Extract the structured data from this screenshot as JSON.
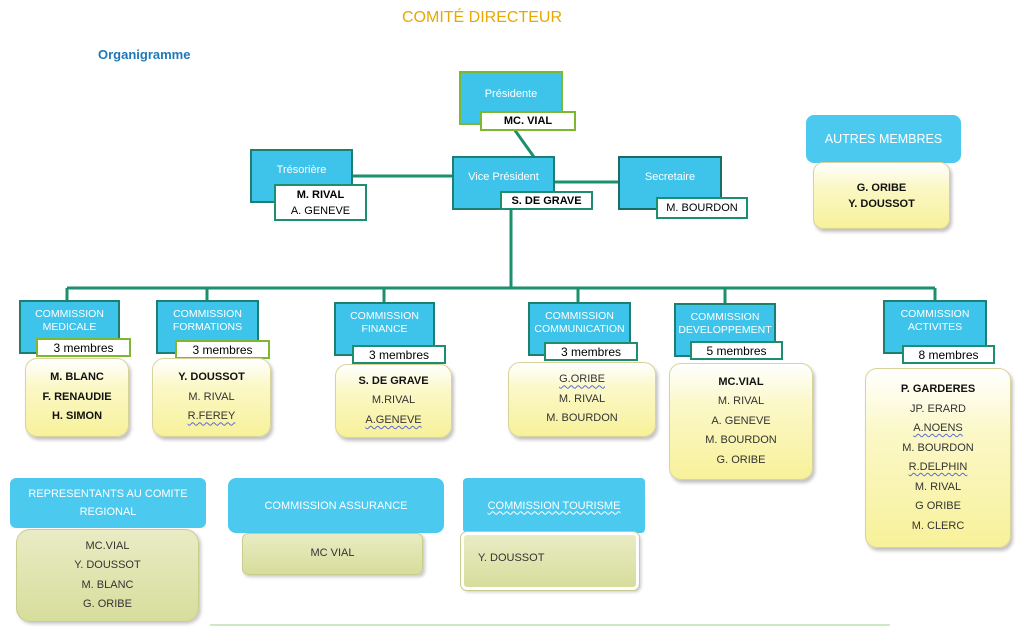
{
  "title": "COMITÉ DIRECTEUR",
  "subtitle": "Organigramme",
  "presidente": {
    "role": "Présidente",
    "name": "MC. VIAL"
  },
  "vice_president": {
    "role": "Vice Président",
    "name": "S. DE GRAVE"
  },
  "tresoriere": {
    "role": "Trésorière",
    "names": [
      "M. RIVAL",
      "A. GENEVE"
    ]
  },
  "secretaire": {
    "role": "Secretaire",
    "name": "M. BOURDON"
  },
  "autres_membres": {
    "label": "AUTRES MEMBRES",
    "members": [
      "G. ORIBE",
      "Y. DOUSSOT"
    ]
  },
  "commissions": [
    {
      "name": [
        "COMMISSION",
        "MEDICALE"
      ],
      "count": "3 membres",
      "members": [
        "M. BLANC",
        "F. RENAUDIE",
        "H. SIMON"
      ]
    },
    {
      "name": [
        "COMMISSION",
        "FORMATIONS"
      ],
      "count": "3 membres",
      "members": [
        "Y. DOUSSOT",
        "M. RIVAL",
        "R.FEREY"
      ]
    },
    {
      "name": [
        "COMMISSION",
        "FINANCE"
      ],
      "count": "3 membres",
      "members": [
        "S. DE GRAVE",
        "M.RIVAL",
        "A.GENEVE"
      ]
    },
    {
      "name": [
        "COMMISSION",
        "COMMUNICATION"
      ],
      "count": "3 membres",
      "members": [
        "G.ORIBE",
        "M. RIVAL",
        "M. BOURDON"
      ]
    },
    {
      "name": [
        "COMMISSION",
        "DEVELOPPEMENT"
      ],
      "count": "5 membres",
      "members": [
        "MC.VIAL",
        "M. RIVAL",
        "A. GENEVE",
        "M. BOURDON",
        "G. ORIBE"
      ]
    },
    {
      "name": [
        "COMMISSION",
        "ACTIVITES"
      ],
      "count": "8 membres",
      "members": [
        "P. GARDERES",
        "JP. ERARD",
        "A.NOENS",
        "M. BOURDON",
        "R.DELPHIN",
        "M. RIVAL",
        "G ORIBE",
        "M. CLERC"
      ]
    }
  ],
  "representants": {
    "label": [
      "REPRESENTANTS  AU COMITE",
      "REGIONAL"
    ],
    "members": [
      "MC.VIAL",
      "Y. DOUSSOT",
      "M. BLANC",
      "G. ORIBE"
    ]
  },
  "assurance": {
    "label": "COMMISSION  ASSURANCE",
    "members": [
      "MC VIAL"
    ]
  },
  "tourisme": {
    "label": "COMMISSION  TOURISME",
    "members": [
      "Y. DOUSSOT"
    ]
  },
  "colors": {
    "title": "#e8a800",
    "subtitle": "#1e78b8",
    "box_blue": "#3ec3ea",
    "connector": "#1b8f6e",
    "member_yellow": "#f7f19a",
    "olive": "#d7dd9c"
  }
}
